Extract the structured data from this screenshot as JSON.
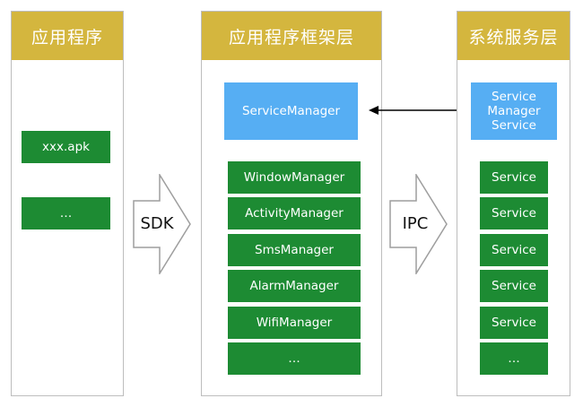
{
  "columns": {
    "app": {
      "title": "应用程序",
      "items": [
        "xxx.apk",
        "…"
      ]
    },
    "framework": {
      "title": "应用程序框架层",
      "service_manager": "ServiceManager",
      "items": [
        "WindowManager",
        "ActivityManager",
        "SmsManager",
        "AlarmManager",
        "WifiManager",
        "…"
      ]
    },
    "system": {
      "title": "系统服务层",
      "service_manager_service": [
        "Service",
        "Manager",
        "Service"
      ],
      "items": [
        "Service",
        "Service",
        "Service",
        "Service",
        "Service",
        "…"
      ]
    }
  },
  "arrows": {
    "sdk": "SDK",
    "ipc": "IPC"
  },
  "colors": {
    "header": "#d4b63e",
    "green": "#1d8b33",
    "blue": "#56aef3",
    "border": "#bdbdbd"
  }
}
